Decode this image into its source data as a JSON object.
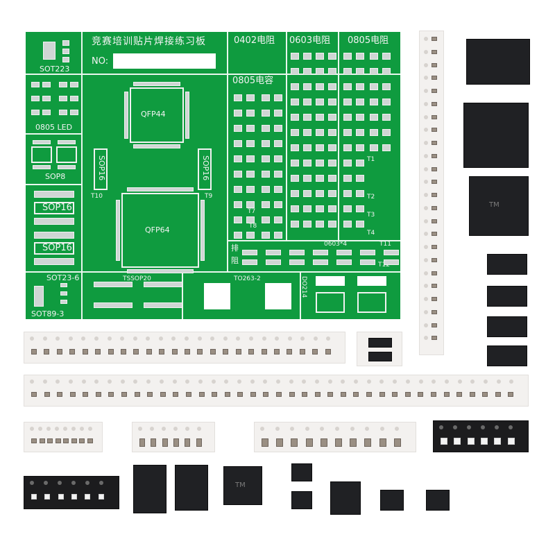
{
  "pcb": {
    "title": "竞赛培训贴片焊接练习板",
    "no_label": "NO:",
    "sections": {
      "sot223": "SOT223",
      "led0805": "0805 LED",
      "sop8": "SOP8",
      "sop16_a": "SOP16",
      "sop16_b": "SOP16",
      "sot23_6": "SOT23-6",
      "sot89_3": "SOT89-3",
      "qfp44": "QFP44",
      "qfp64": "QFP64",
      "sop16_v1": "SOP16",
      "sop16_v2": "SOP16",
      "tssop20": "TSSOP20",
      "to263": "TO263-2",
      "do214": "DO214",
      "r0402": "0402电阻",
      "r0603": "0603电阻",
      "r0805": "0805电阻",
      "c0805": "0805电容",
      "array": "0603*4",
      "paizu_top": "排",
      "paizu_bottom": "阻",
      "t1": "T1",
      "t2": "T2",
      "t3": "T3",
      "t4": "T4",
      "t7": "T7",
      "t8": "T8",
      "t9": "T9",
      "t10": "T10",
      "t11": "T11",
      "t12": "T12"
    }
  },
  "components": {
    "qfp_chip_marking": "TM"
  },
  "icons": {
    "pcb_mount_hole": "circle-icon",
    "diode": "diode-icon"
  },
  "colors": {
    "pcb_green": "#0f9b3f",
    "silkscreen": "#f2f2f2",
    "tape_white": "#f3f1ef",
    "tape_black": "#1c1c1e"
  }
}
